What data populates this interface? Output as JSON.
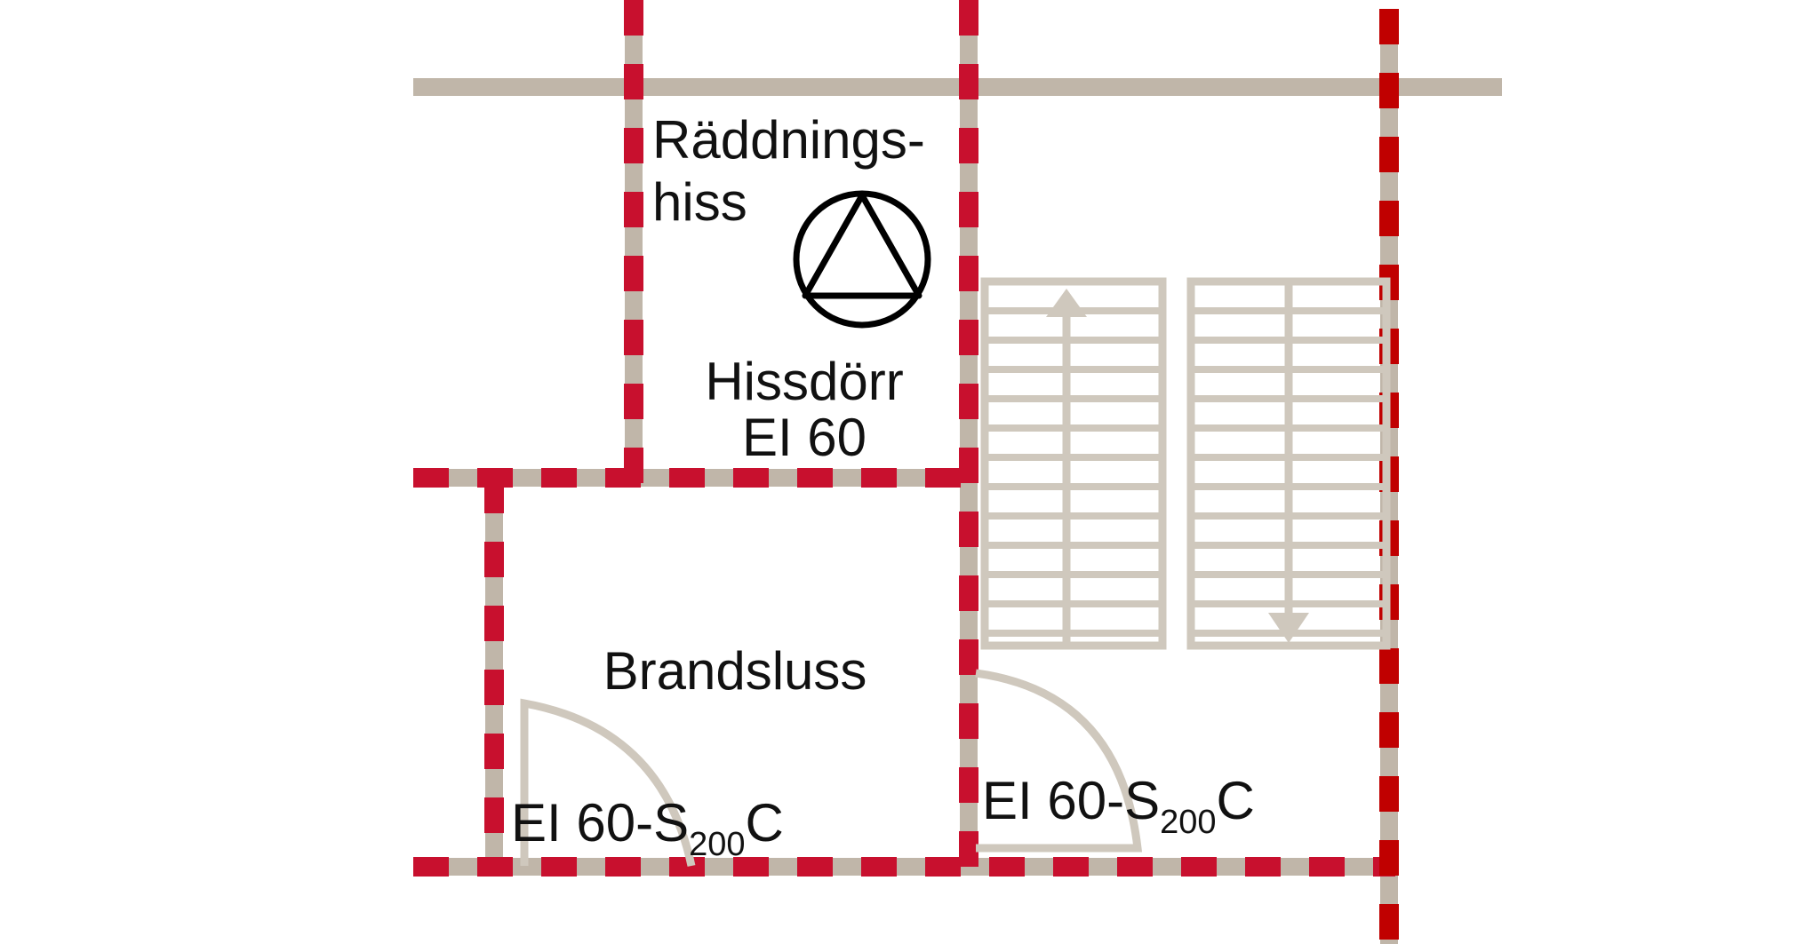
{
  "colors": {
    "wall": "#c0b6a9",
    "fire_boundary": "#c8102e",
    "fire_boundary_alt": "#c00000",
    "stair_and_door": "#cfc8bd",
    "symbol": "#000000",
    "text": "#111111"
  },
  "icons": {
    "elevator_symbol": "triangle-in-circle-icon",
    "stair_arrow_up": "arrow-up-icon",
    "stair_arrow_down": "arrow-down-icon"
  },
  "labels": {
    "elevator_line1": "Räddnings-",
    "elevator_line2": "hiss",
    "elevator_door_line1": "Hissdörr",
    "elevator_door_line2": "EI 60",
    "lobby": "Brandsluss",
    "door_left_main": "EI 60-S",
    "door_left_sub": "200",
    "door_left_suffix": "C",
    "door_right_main": "EI 60-S",
    "door_right_sub": "200",
    "door_right_suffix": "C"
  }
}
